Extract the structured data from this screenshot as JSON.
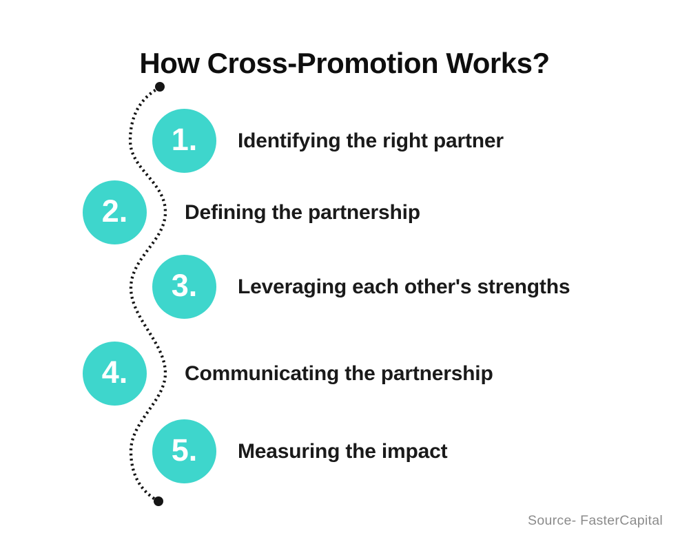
{
  "title": "How Cross-Promotion Works?",
  "steps": [
    {
      "number": "1.",
      "label": "Identifying the right partner"
    },
    {
      "number": "2.",
      "label": "Defining the partnership"
    },
    {
      "number": "3.",
      "label": "Leveraging each other's strengths"
    },
    {
      "number": "4.",
      "label": "Communicating the partnership"
    },
    {
      "number": "5.",
      "label": "Measuring the impact"
    }
  ],
  "source": "Source- FasterCapital",
  "flow_line": {
    "style": "dotted-wave",
    "start_marker": "solid-dot",
    "end_marker": "solid-dot"
  },
  "colors": {
    "accent": "#3ED6CC",
    "number_text": "#FFFFFF",
    "title_text": "#0E0E0E",
    "label_text": "#1A1A1A",
    "line": "#151515",
    "source_text": "#8B8B8B",
    "background": "#FFFFFF"
  }
}
